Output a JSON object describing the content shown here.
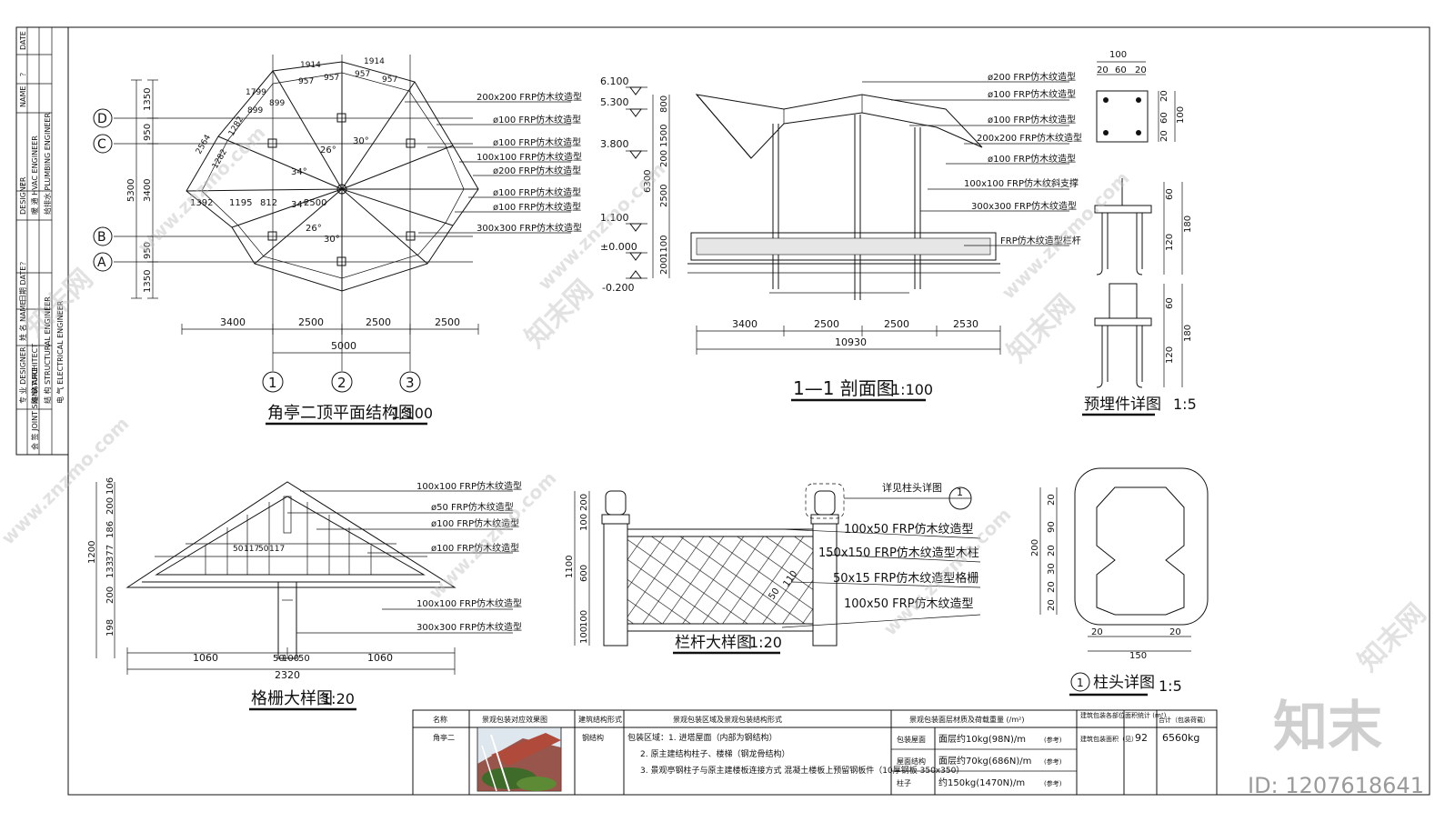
{
  "title_block": {
    "rows": [
      {
        "role": "DATE",
        "cn": "？"
      },
      {
        "role": "NAME",
        "cn": "？"
      },
      {
        "role": "DESIGNER",
        "cn": "？"
      }
    ],
    "engineer_labels": [
      "暖 通 HVAC ENGINEER",
      "给排水 PLUMBING ENGINEER",
      "日期 DATE",
      "姓 名 NAME",
      "专 业 DESIGNER",
      "建 筑 ARCHITECT",
      "结 构 STRUCTURAL ENGINEER",
      "电 气 ELECTRICAL ENGINEER"
    ],
    "joint": "会 签 JOINT SIGNATURE"
  },
  "plan": {
    "title": "角亭二顶平面结构图",
    "scale": "1:100",
    "grid_rows": [
      "D",
      "C",
      "B",
      "A"
    ],
    "grid_cols": [
      "1",
      "2",
      "3"
    ],
    "left_dims": [
      "1350",
      "950",
      "3400",
      "950",
      "1350"
    ],
    "left_total": "5300",
    "bottom_dims": [
      "3400",
      "2500",
      "2500",
      "2500"
    ],
    "bottom_total": "5000",
    "top_dims": [
      "1914",
      "1914",
      "957",
      "957",
      "957",
      "957",
      "1799",
      "899",
      "899"
    ],
    "inner_dims": [
      "2564",
      "1282",
      "1282",
      "1392",
      "1195",
      "812",
      "2500"
    ],
    "angles": [
      "30°",
      "26°",
      "34°",
      "34°",
      "26°",
      "30°"
    ],
    "labels": [
      "200x200 FRP仿木纹造型",
      "ø100 FRP仿木纹造型",
      "ø100 FRP仿木纹造型",
      "100x100 FRP仿木纹造型",
      "ø200 FRP仿木纹造型",
      "ø100 FRP仿木纹造型",
      "ø100 FRP仿木纹造型",
      "300x300 FRP仿木纹造型"
    ]
  },
  "section": {
    "title": "1—1 剖面图",
    "scale": "1:100",
    "elevations": [
      "6.100",
      "5.300",
      "3.800",
      "1.100",
      "±0.000",
      "-0.200"
    ],
    "vertical_dims": [
      "800",
      "1500",
      "200",
      "2500",
      "1100",
      "200"
    ],
    "vertical_total": "6300",
    "bottom_dims": [
      "3400",
      "2500",
      "2500",
      "2530"
    ],
    "bottom_total": "10930",
    "labels": [
      "ø200 FRP仿木纹造型",
      "ø100 FRP仿木纹造型",
      "ø100 FRP仿木纹造型",
      "200x200 FRP仿木纹造型",
      "ø100 FRP仿木纹造型",
      "100x100 FRP仿木纹斜支撑",
      "300x300 FRP仿木纹造型",
      "FRP仿木纹造型栏杆"
    ]
  },
  "embed": {
    "title": "预埋件详图",
    "scale": "1:5",
    "top_dims": [
      "100",
      "20",
      "60",
      "20"
    ],
    "side_dims": [
      "20",
      "60",
      "20",
      "100"
    ],
    "upper_dims": [
      "60",
      "120",
      "180"
    ],
    "lower_dims": [
      "60",
      "120",
      "180"
    ]
  },
  "grille": {
    "title": "格栅大样图",
    "scale": "1:20",
    "left_dims": [
      "106",
      "200",
      "186",
      "377",
      "133",
      "200",
      "198"
    ],
    "left_total": "1200",
    "inner_dims": [
      "50",
      "117",
      "50",
      "117"
    ],
    "bottom_dims": [
      "1060",
      "50",
      "100",
      "50",
      "1060"
    ],
    "bottom_total": "2320",
    "labels": [
      "100x100 FRP仿木纹造型",
      "ø50 FRP仿木纹造型",
      "ø100 FRP仿木纹造型",
      "ø100 FRP仿木纹造型",
      "100x100 FRP仿木纹造型",
      "300x300 FRP仿木纹造型"
    ]
  },
  "railing": {
    "title": "栏杆大样图",
    "scale": "1:20",
    "left_dims": [
      "200",
      "100",
      "600",
      "100",
      "100"
    ],
    "left_total": "1100",
    "grid_dims": [
      "50",
      "110"
    ],
    "detail_ref": "详见柱头详图",
    "detail_no": "1",
    "labels": [
      "100x50 FRP仿木纹造型",
      "150x150 FRP仿木纹造型木柱",
      "50x15 FRP仿木纹造型格栅",
      "100x50 FRP仿木纹造型"
    ]
  },
  "column_head": {
    "title": "柱头详图",
    "no": "1",
    "scale": "1:5",
    "side_dims": [
      "20",
      "90",
      "20",
      "30",
      "20",
      "20"
    ],
    "side_total": "200",
    "bottom_dims": [
      "20",
      "20"
    ],
    "bottom_total": "150"
  },
  "table": {
    "headers": [
      "名称",
      "景观包装对应效果图",
      "建筑结构形式",
      "景观包装区域及景观包装结构形式",
      "景观包装面层材质及荷载重量 (/m²)",
      "建筑包装各部位面积统计 (m²)",
      "合计（包装荷载）"
    ],
    "row_name": "角亭二",
    "structure": "钢结构",
    "areas": [
      "包装区域：1. 进塔屋面（内部为钢结构）",
      "2. 原主建结构柱子、楼梯（钢龙骨结构）",
      "3. 景观亭钢柱子与原主建楼板连接方式 混凝土楼板上预留钢板件（10厚钢板 350x350）"
    ],
    "loads": [
      {
        "part": "包装屋面",
        "value": "面层约10kg(98N)/m",
        "note": "(参考)"
      },
      {
        "part": "屋面结构",
        "value": "面层约70kg(686N)/m",
        "note": "(参考)"
      },
      {
        "part": "柱子",
        "value": "约150kg(1470N)/m",
        "note": "(参考)"
      }
    ],
    "area_label": "建筑包装面积（见）",
    "area_value": "92",
    "total": "6560kg"
  },
  "watermark": {
    "site": "www.znzmo.com",
    "brand": "知末网",
    "logo": "知末",
    "id": "ID: 1207618641"
  }
}
